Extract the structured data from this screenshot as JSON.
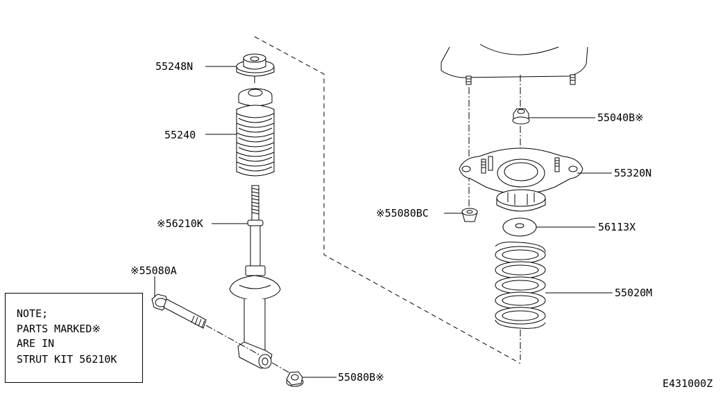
{
  "parts": {
    "p55248N": "55248N",
    "p55240": "55240",
    "p56210K": "※56210K",
    "p55080A": "※55080A",
    "p55080B": "55080B※",
    "p55040B": "55040B※",
    "p55320N": "55320N",
    "p55080BC": "※55080BC",
    "p56113X": "56113X",
    "p55020M": "55020M"
  },
  "note": {
    "line1": "NOTE;",
    "line2": "PARTS MARKED※",
    "line3": "ARE IN",
    "line4": "STRUT KIT 56210K"
  },
  "figure_code": "E431000Z"
}
